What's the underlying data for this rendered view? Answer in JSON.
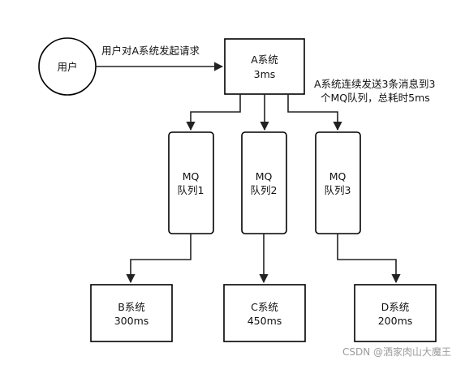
{
  "user": {
    "label": "用户"
  },
  "request_label": "用户对A系统发起请求",
  "system_a": {
    "name": "A系统",
    "time": "3ms"
  },
  "note": {
    "line1": "A系统连续发送3条消息到3",
    "line2": "个MQ队列，总耗时5ms"
  },
  "queues": [
    {
      "line1": "MQ",
      "line2": "队列1"
    },
    {
      "line1": "MQ",
      "line2": "队列2"
    },
    {
      "line1": "MQ",
      "line2": "队列3"
    }
  ],
  "systems": [
    {
      "name": "B系统",
      "time": "300ms"
    },
    {
      "name": "C系统",
      "time": "450ms"
    },
    {
      "name": "D系统",
      "time": "200ms"
    }
  ],
  "watermark": "CSDN @洒家肉山大魔王"
}
